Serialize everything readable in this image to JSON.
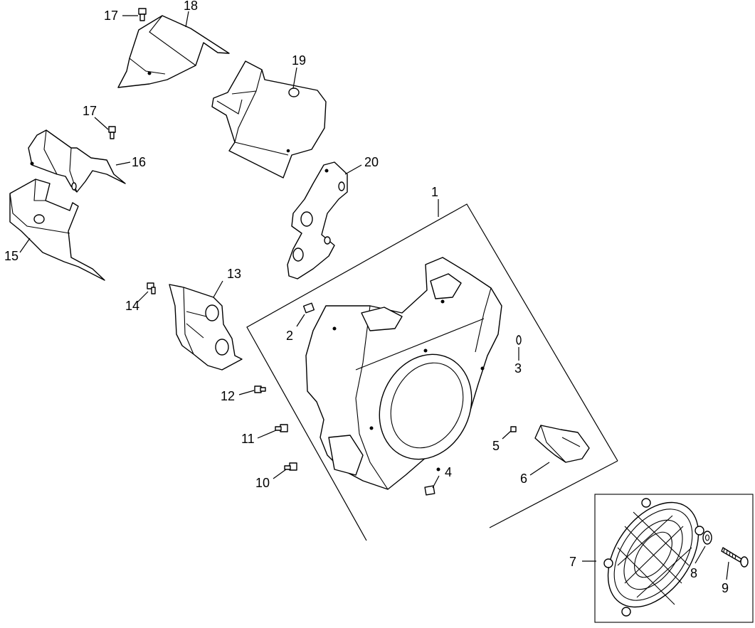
{
  "callouts": [
    {
      "id": "c1",
      "label": "1"
    },
    {
      "id": "c2",
      "label": "2"
    },
    {
      "id": "c3",
      "label": "3"
    },
    {
      "id": "c4",
      "label": "4"
    },
    {
      "id": "c5",
      "label": "5"
    },
    {
      "id": "c6",
      "label": "6"
    },
    {
      "id": "c7",
      "label": "7"
    },
    {
      "id": "c8",
      "label": "8"
    },
    {
      "id": "c9",
      "label": "9"
    },
    {
      "id": "c10",
      "label": "10"
    },
    {
      "id": "c11",
      "label": "11"
    },
    {
      "id": "c12",
      "label": "12"
    },
    {
      "id": "c13",
      "label": "13"
    },
    {
      "id": "c14",
      "label": "14"
    },
    {
      "id": "c15",
      "label": "15"
    },
    {
      "id": "c16",
      "label": "16"
    },
    {
      "id": "c17a",
      "label": "17"
    },
    {
      "id": "c17b",
      "label": "17"
    },
    {
      "id": "c18",
      "label": "18"
    },
    {
      "id": "c19",
      "label": "19"
    },
    {
      "id": "c20",
      "label": "20"
    }
  ]
}
